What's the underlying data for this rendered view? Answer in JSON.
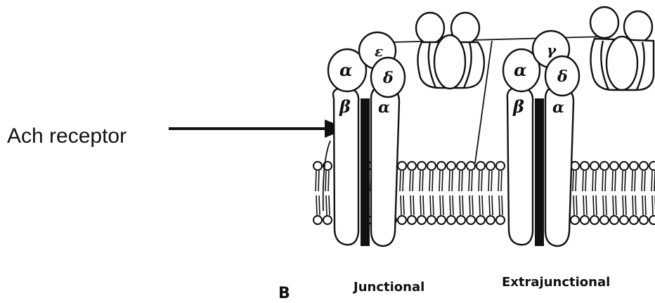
{
  "annotation": {
    "arrow_label": "Ach receptor"
  },
  "panel_letter": "B",
  "regions": {
    "junctional": "Junctional",
    "extrajunctional": "Extrajunctional"
  },
  "subunits": {
    "left_receptor": {
      "top_center": "ε",
      "upper_left": "α",
      "upper_right": "δ",
      "lower_left": "β",
      "lower_right": "α"
    },
    "right_receptor": {
      "top_center": "γ",
      "upper_left": "α",
      "upper_right": "δ",
      "lower_left": "β",
      "lower_right": "α"
    }
  }
}
